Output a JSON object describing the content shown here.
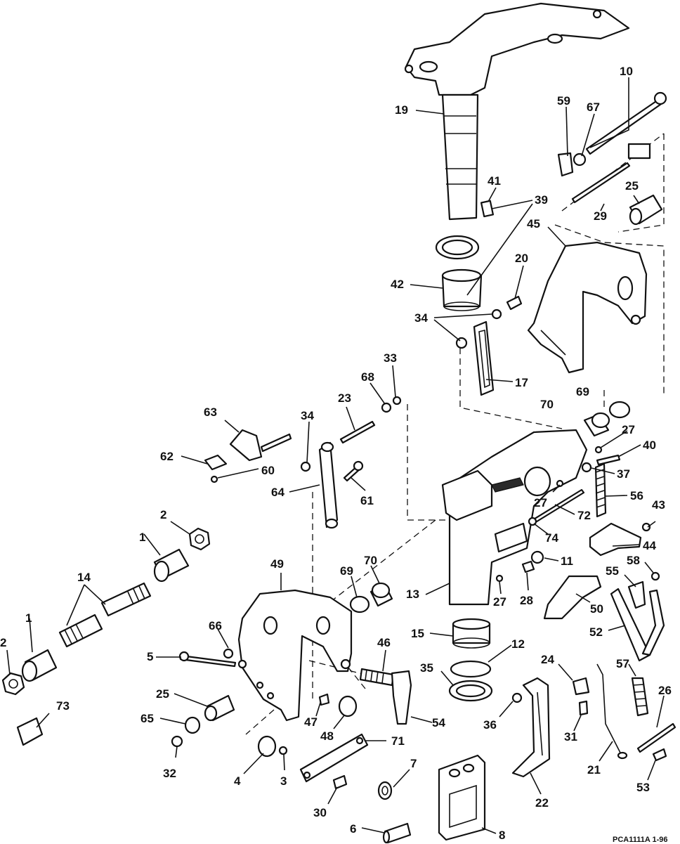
{
  "diagram": {
    "code": "PCA1111A   1-96",
    "callouts": [
      {
        "id": "c10",
        "text": "10"
      },
      {
        "id": "c59",
        "text": "59"
      },
      {
        "id": "c67",
        "text": "67"
      },
      {
        "id": "c19",
        "text": "19"
      },
      {
        "id": "c41",
        "text": "41"
      },
      {
        "id": "c39",
        "text": "39"
      },
      {
        "id": "c25a",
        "text": "25"
      },
      {
        "id": "c29",
        "text": "29"
      },
      {
        "id": "c45",
        "text": "45"
      },
      {
        "id": "c42",
        "text": "42"
      },
      {
        "id": "c20",
        "text": "20"
      },
      {
        "id": "c34a",
        "text": "34"
      },
      {
        "id": "c17",
        "text": "17"
      },
      {
        "id": "c33",
        "text": "33"
      },
      {
        "id": "c68",
        "text": "68"
      },
      {
        "id": "c23",
        "text": "23"
      },
      {
        "id": "c63",
        "text": "63"
      },
      {
        "id": "c34b",
        "text": "34"
      },
      {
        "id": "c69a",
        "text": "69"
      },
      {
        "id": "c70a",
        "text": "70"
      },
      {
        "id": "c27a",
        "text": "27"
      },
      {
        "id": "c40",
        "text": "40"
      },
      {
        "id": "c62",
        "text": "62"
      },
      {
        "id": "c60",
        "text": "60"
      },
      {
        "id": "c37",
        "text": "37"
      },
      {
        "id": "c64",
        "text": "64"
      },
      {
        "id": "c61",
        "text": "61"
      },
      {
        "id": "c27b",
        "text": "27"
      },
      {
        "id": "c56",
        "text": "56"
      },
      {
        "id": "c43",
        "text": "43"
      },
      {
        "id": "c72",
        "text": "72"
      },
      {
        "id": "c74",
        "text": "74"
      },
      {
        "id": "c2a",
        "text": "2"
      },
      {
        "id": "c44",
        "text": "44"
      },
      {
        "id": "c1a",
        "text": "1"
      },
      {
        "id": "c11",
        "text": "11"
      },
      {
        "id": "c58",
        "text": "58"
      },
      {
        "id": "c55",
        "text": "55"
      },
      {
        "id": "c49",
        "text": "49"
      },
      {
        "id": "c69b",
        "text": "69"
      },
      {
        "id": "c70b",
        "text": "70"
      },
      {
        "id": "c14",
        "text": "14"
      },
      {
        "id": "c13",
        "text": "13"
      },
      {
        "id": "c27c",
        "text": "27"
      },
      {
        "id": "c28",
        "text": "28"
      },
      {
        "id": "c50",
        "text": "50"
      },
      {
        "id": "c1b",
        "text": "1"
      },
      {
        "id": "c66",
        "text": "66"
      },
      {
        "id": "c15",
        "text": "15"
      },
      {
        "id": "c52",
        "text": "52"
      },
      {
        "id": "c12",
        "text": "12"
      },
      {
        "id": "c46",
        "text": "46"
      },
      {
        "id": "c2b",
        "text": "2"
      },
      {
        "id": "c5",
        "text": "5"
      },
      {
        "id": "c24",
        "text": "24"
      },
      {
        "id": "c57",
        "text": "57"
      },
      {
        "id": "c35",
        "text": "35"
      },
      {
        "id": "c26",
        "text": "26"
      },
      {
        "id": "c25b",
        "text": "25"
      },
      {
        "id": "c73",
        "text": "73"
      },
      {
        "id": "c65",
        "text": "65"
      },
      {
        "id": "c47",
        "text": "47"
      },
      {
        "id": "c36",
        "text": "36"
      },
      {
        "id": "c54",
        "text": "54"
      },
      {
        "id": "c48",
        "text": "48"
      },
      {
        "id": "c31",
        "text": "31"
      },
      {
        "id": "c71",
        "text": "71"
      },
      {
        "id": "c32",
        "text": "32"
      },
      {
        "id": "c21",
        "text": "21"
      },
      {
        "id": "c7",
        "text": "7"
      },
      {
        "id": "c4",
        "text": "4"
      },
      {
        "id": "c3",
        "text": "3"
      },
      {
        "id": "c53",
        "text": "53"
      },
      {
        "id": "c22",
        "text": "22"
      },
      {
        "id": "c30",
        "text": "30"
      },
      {
        "id": "c6",
        "text": "6"
      },
      {
        "id": "c8",
        "text": "8"
      }
    ]
  }
}
